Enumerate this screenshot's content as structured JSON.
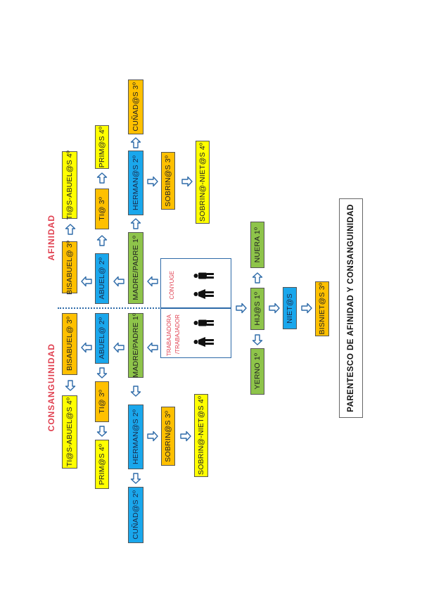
{
  "title": "PARENTESCO DE AFINIDAD Y CONSANGUINIDAD",
  "section_labels": {
    "afinidad": "AFINIDAD",
    "consanguinidad": "CONSANGUINIDAD"
  },
  "center": {
    "conyuge_label": "CÓNYUGE",
    "trabajador_label_line1": "TRABAJADORA",
    "trabajador_label_line2": "/TRABAJADOR"
  },
  "afinidad": {
    "tios_abuelos": "TI@S-ABUEL@S 4º",
    "bisabuelo": "BISABUEL@ 3º",
    "primos": "PRIM@S 4º",
    "tio": "TI@ 3º",
    "abuelo": "ABUEL@ 2º",
    "cunados": "CUÑAD@S 3º",
    "hermanos": "HERMAN@S 2º",
    "padres": "MADRE/PADRE 1º",
    "sobrinos": "SOBRIN@S 3º",
    "sobrinos_nietos": "SOBRIN@-NIET@S 4º"
  },
  "consanguinidad": {
    "bisabuelo": "BISABUEL@ 3º",
    "tios_abuelos": "TI@S-ABUEL@S 4º",
    "abuelo": "ABUEL@ 2º",
    "tio": "TI@ 3º",
    "primos": "PRIM@S 4º",
    "padres": "MADRE/PADRE 1º",
    "hermanos": "HERMAN@S 2º",
    "cunados": "CUÑAD@S 2º",
    "sobrinos": "SOBRIN@S 3º",
    "sobrinos_nietos": "SOBRIN@-NIET@S 4º"
  },
  "descendientes": {
    "nuera": "NUERA 1º",
    "hijos": "HIJ@S 1º",
    "yerno": "YERNO 1º",
    "nietos": "NIET@S",
    "bisnietos": "BISNIET@S 3º"
  },
  "colors": {
    "yellow": "#ffff00",
    "orange": "#ffc000",
    "blue": "#1aa7ec",
    "green": "#8ec44a",
    "label_red": "#e04050",
    "line_blue": "#2d6aa8"
  }
}
